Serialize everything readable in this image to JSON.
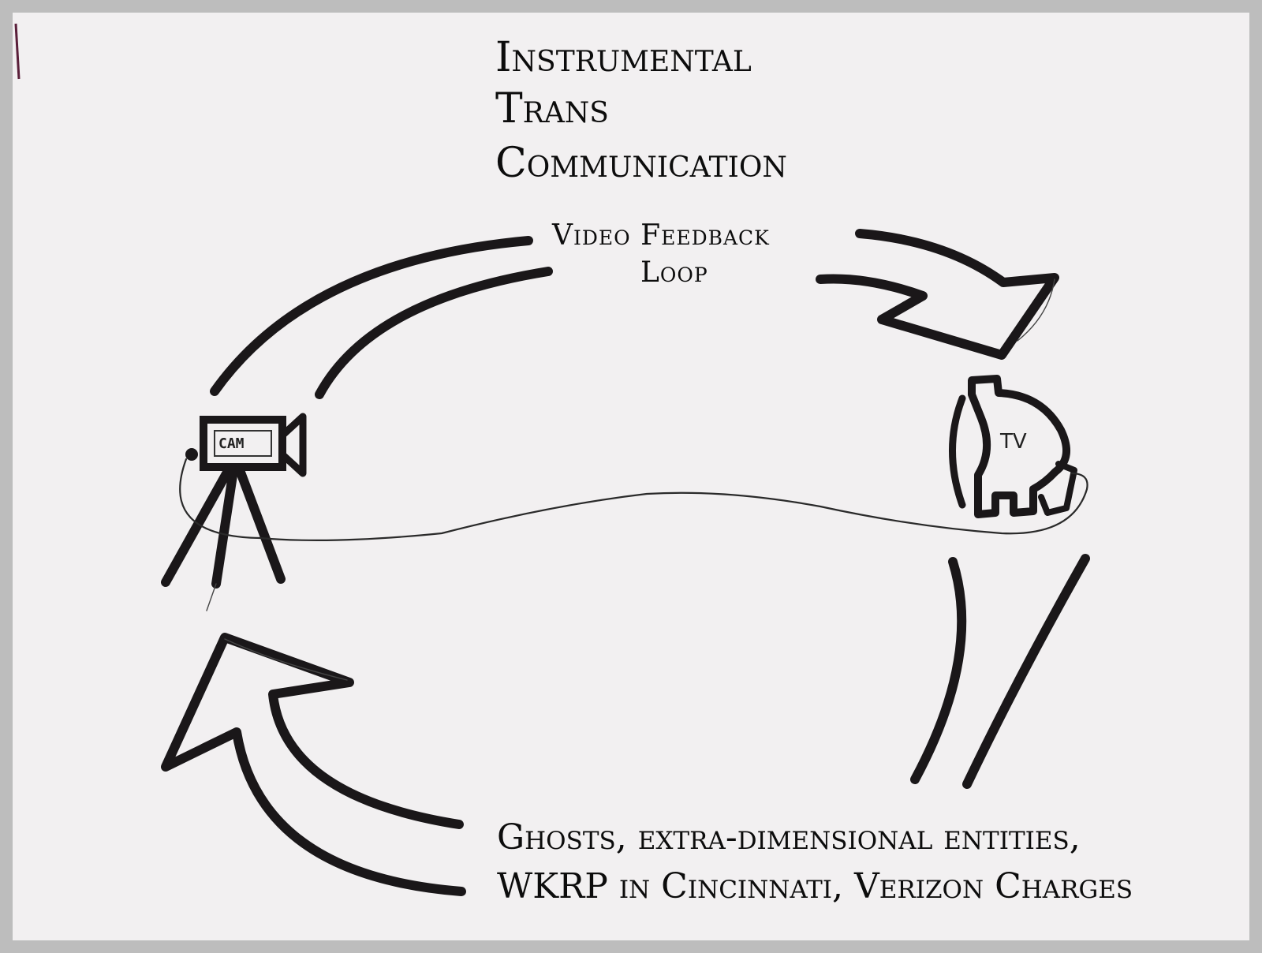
{
  "title": {
    "lines": [
      "Instrumental",
      "Trans",
      "Communication"
    ]
  },
  "loop_label": {
    "lines": [
      "Video Feedback",
      "Loop"
    ]
  },
  "camera": {
    "label": "CAM"
  },
  "tv": {
    "label": "TV"
  },
  "bottom_caption": {
    "lines": [
      "Ghosts, extra-dimensional entities,",
      "WKRP in Cincinnati, Verizon Charges"
    ]
  },
  "colors": {
    "ink": "#1a1719",
    "paper": "#f2f0f1",
    "border": "#bdbdbd"
  }
}
